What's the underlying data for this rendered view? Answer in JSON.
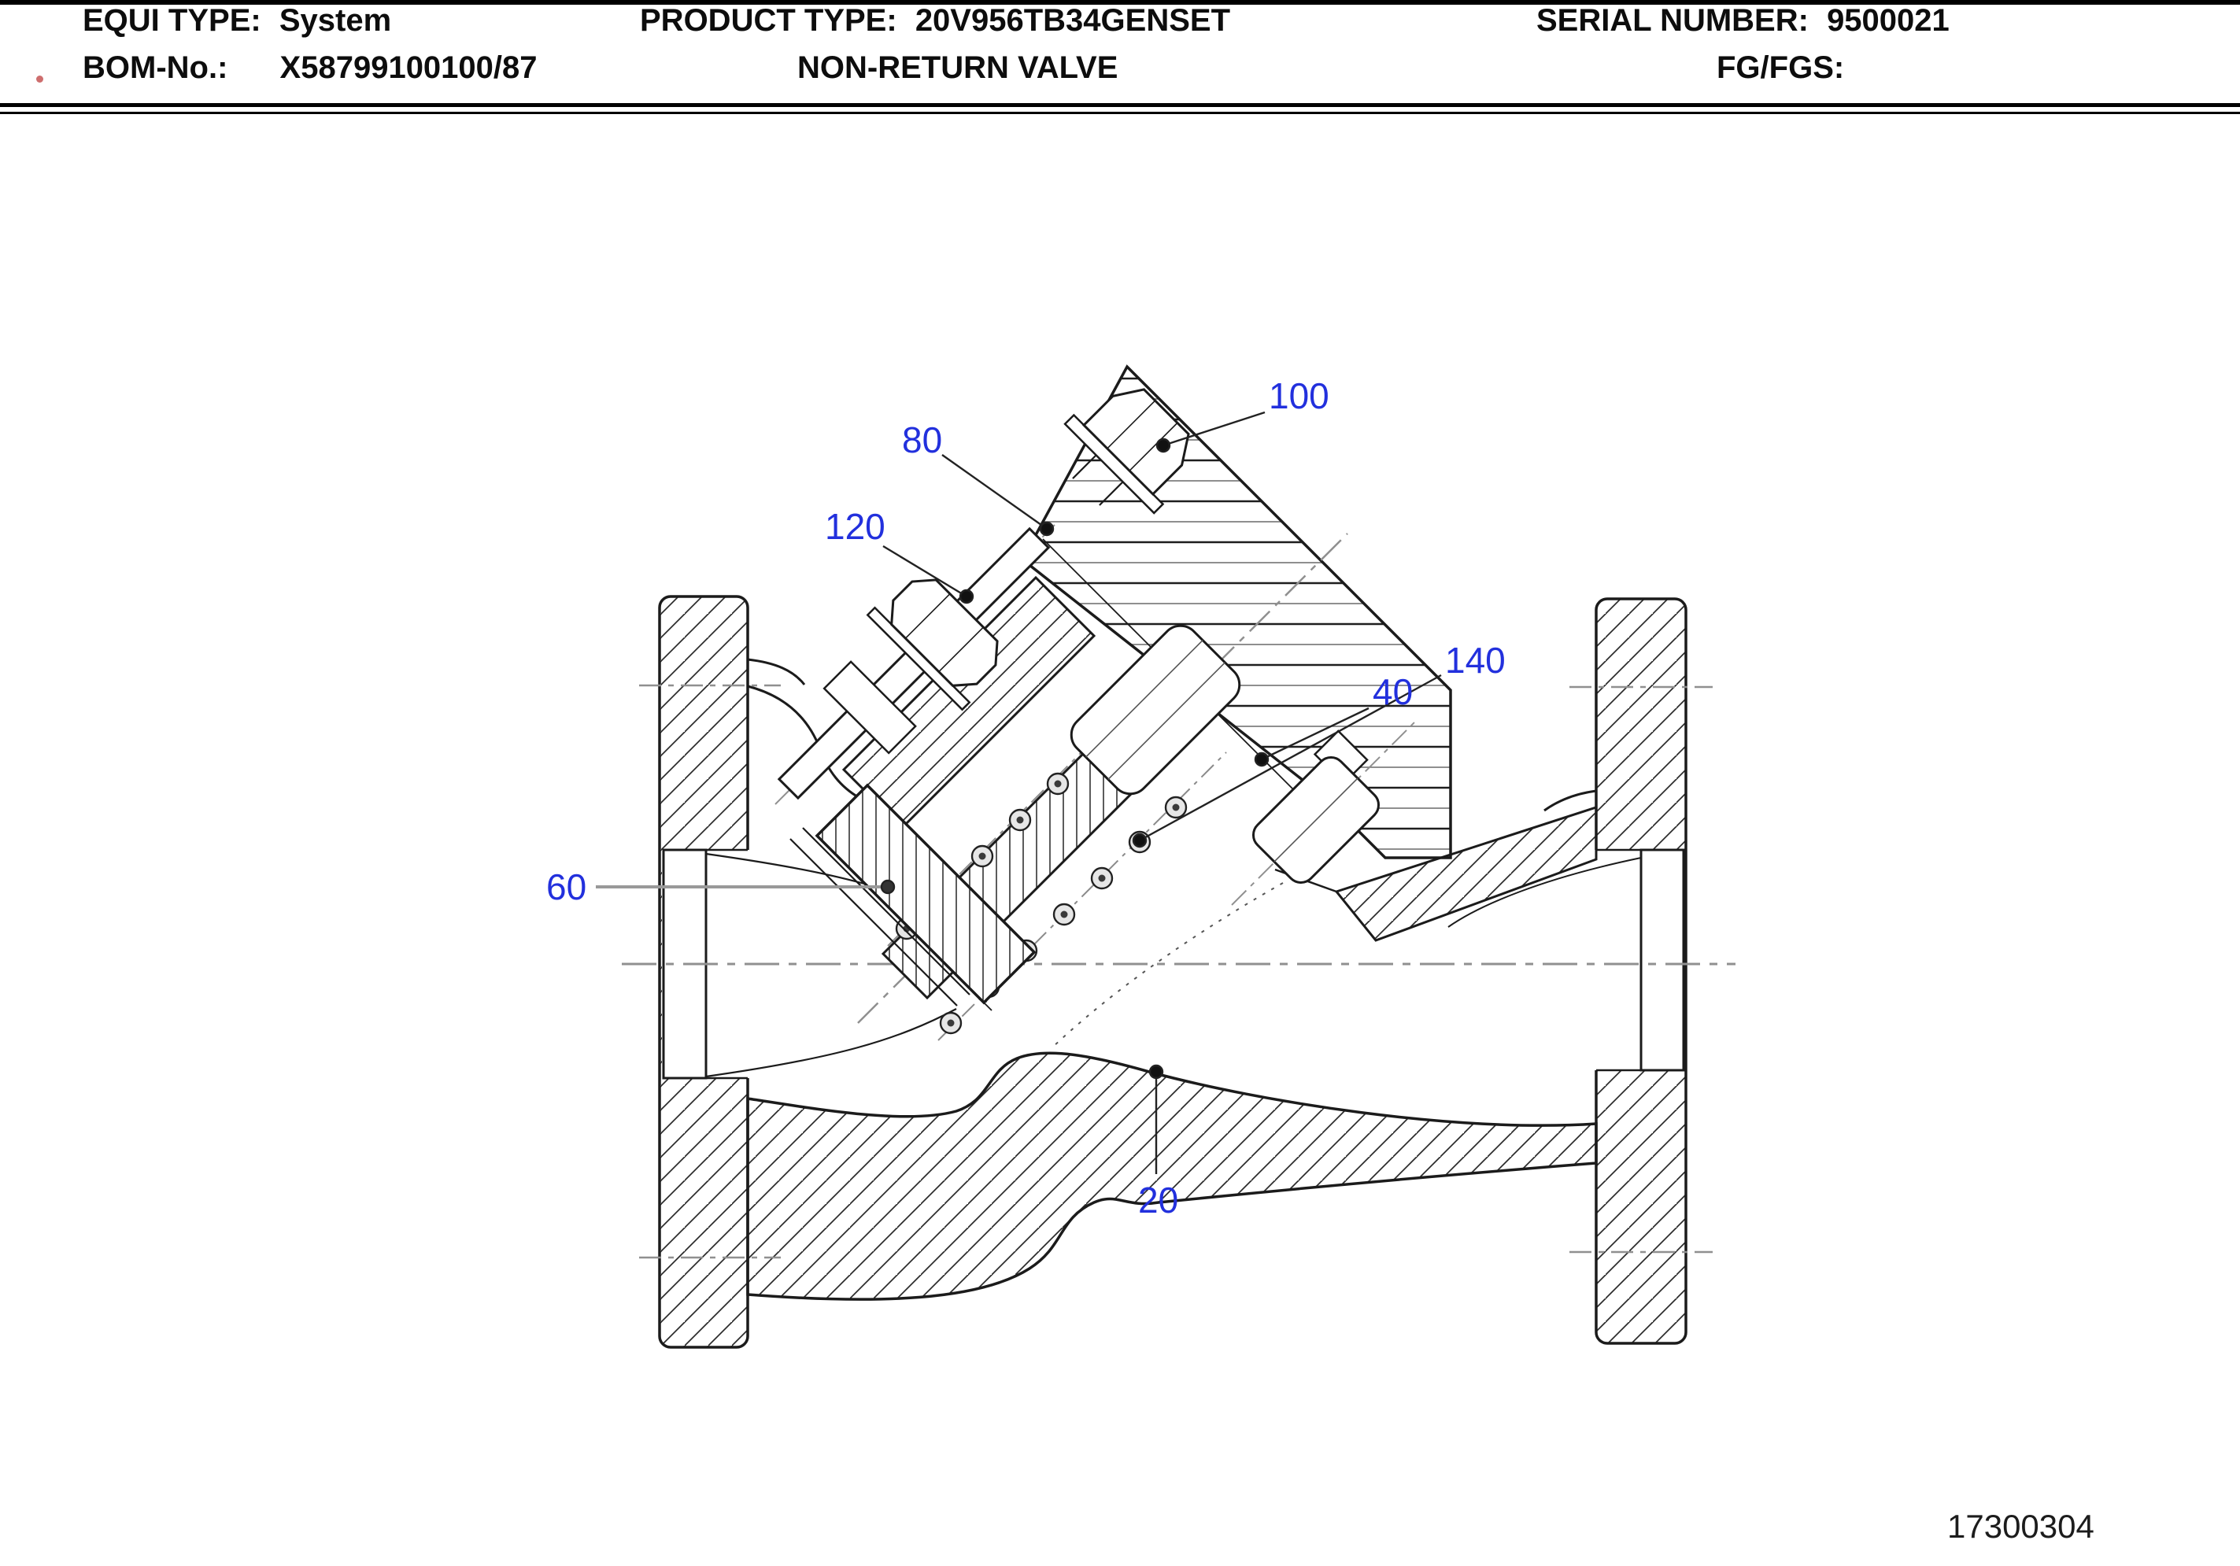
{
  "header": {
    "equi_label": "EQUI TYPE:",
    "equi_value": "System",
    "product_label": "PRODUCT TYPE:",
    "product_value": "20V956TB34GENSET",
    "serial_label": "SERIAL NUMBER:",
    "serial_value": "9500021",
    "bom_label": "BOM-No.:",
    "bom_value": "X58799100100/87",
    "doc_title": "NON-RETURN VALVE",
    "fg_label": "FG/FGS:"
  },
  "drawing": {
    "figure_number": "17300304",
    "type": "sectional technical drawing of Y-type non-return valve",
    "callouts": {
      "c20": "20",
      "c40": "40",
      "c60": "60",
      "c80": "80",
      "c100": "100",
      "c120": "120",
      "c140": "140"
    },
    "colors": {
      "line": "#1b1b1b",
      "centerline": "#909090",
      "callout_blue": "#2230dd"
    }
  }
}
